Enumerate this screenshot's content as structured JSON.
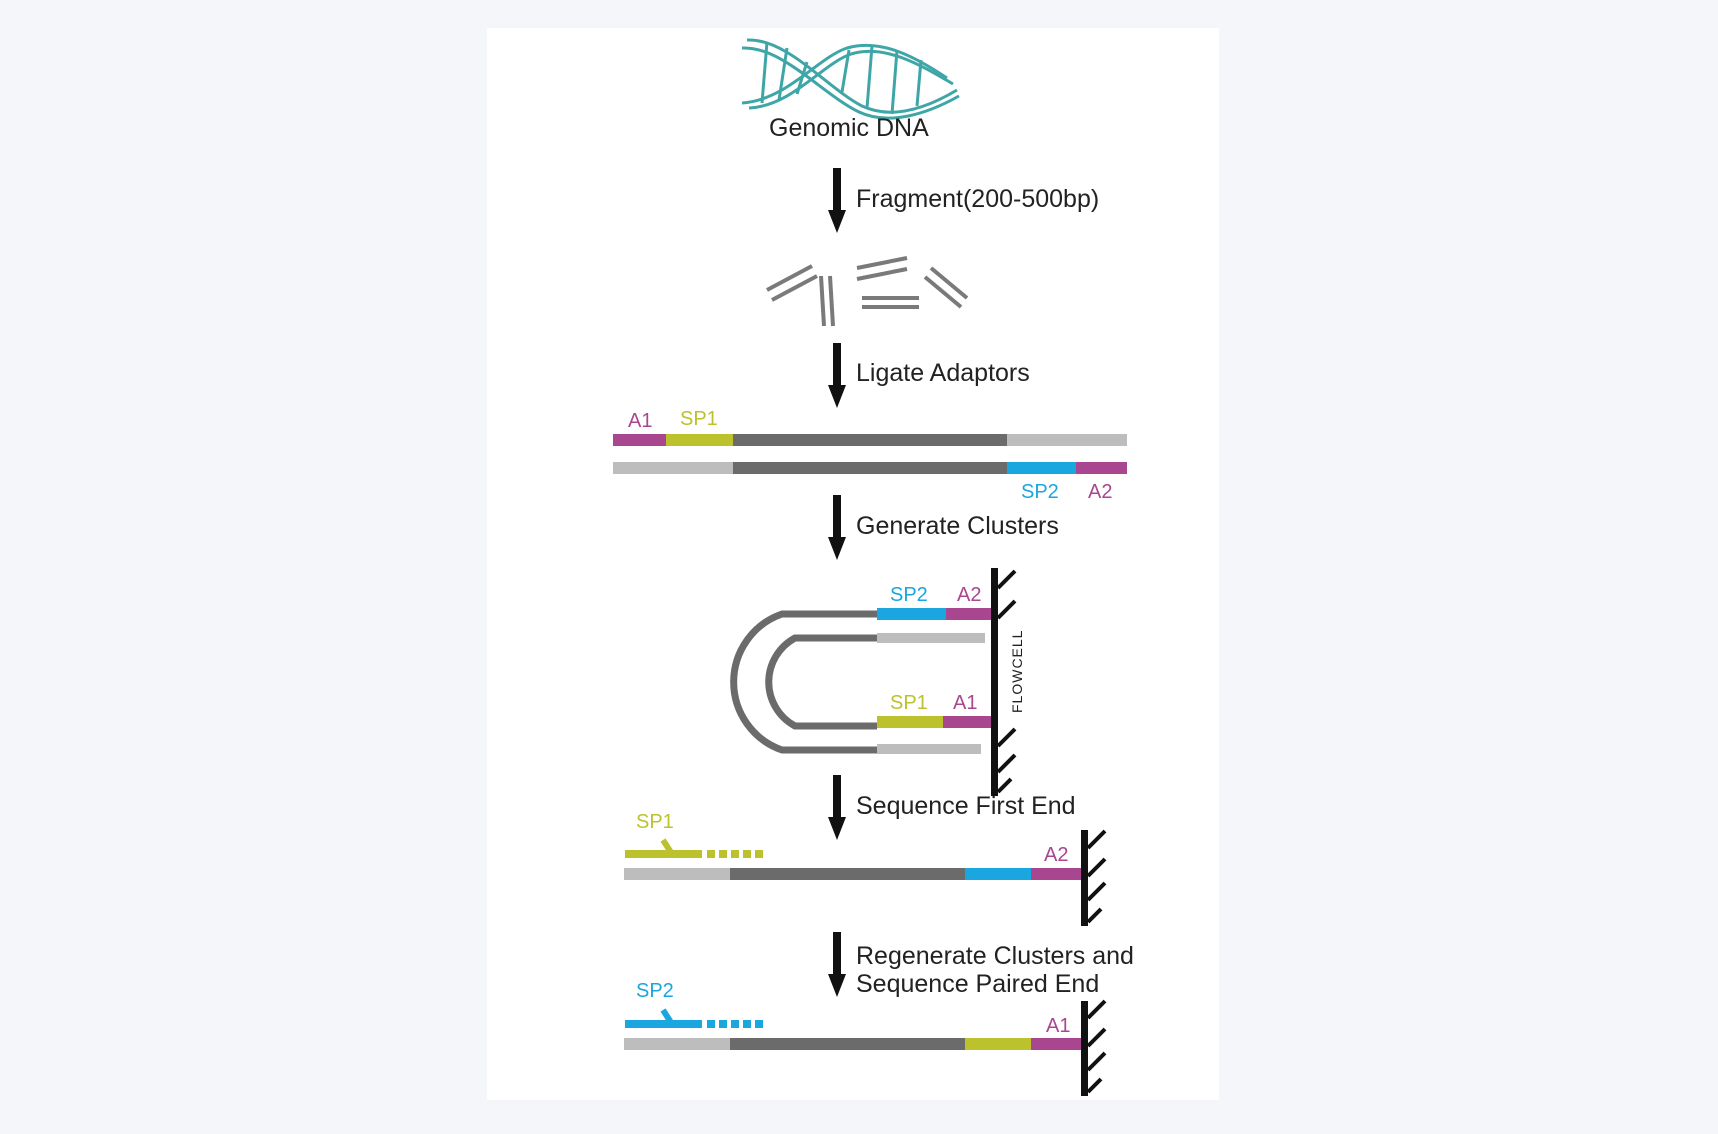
{
  "title": "Genomic DNA",
  "steps": {
    "fragment": "Fragment(200-500bp)",
    "ligate": "Ligate Adaptors",
    "generate": "Generate Clusters",
    "first_end": "Sequence First End",
    "paired_end_line1": "Regenerate Clusters and",
    "paired_end_line2": "Sequence Paired End"
  },
  "labels": {
    "a1": "A1",
    "sp1": "SP1",
    "sp2": "SP2",
    "a2": "A2",
    "flowcell": "FLOWCELL"
  },
  "colors": {
    "a_adaptor": "#a8468f",
    "sp1": "#bcc22d",
    "sp2": "#1aa6df",
    "insert": "#6b6b6b",
    "backbone": "#bdbdbd",
    "dna_helix": "#3fa6a8",
    "arrow": "#111111"
  }
}
